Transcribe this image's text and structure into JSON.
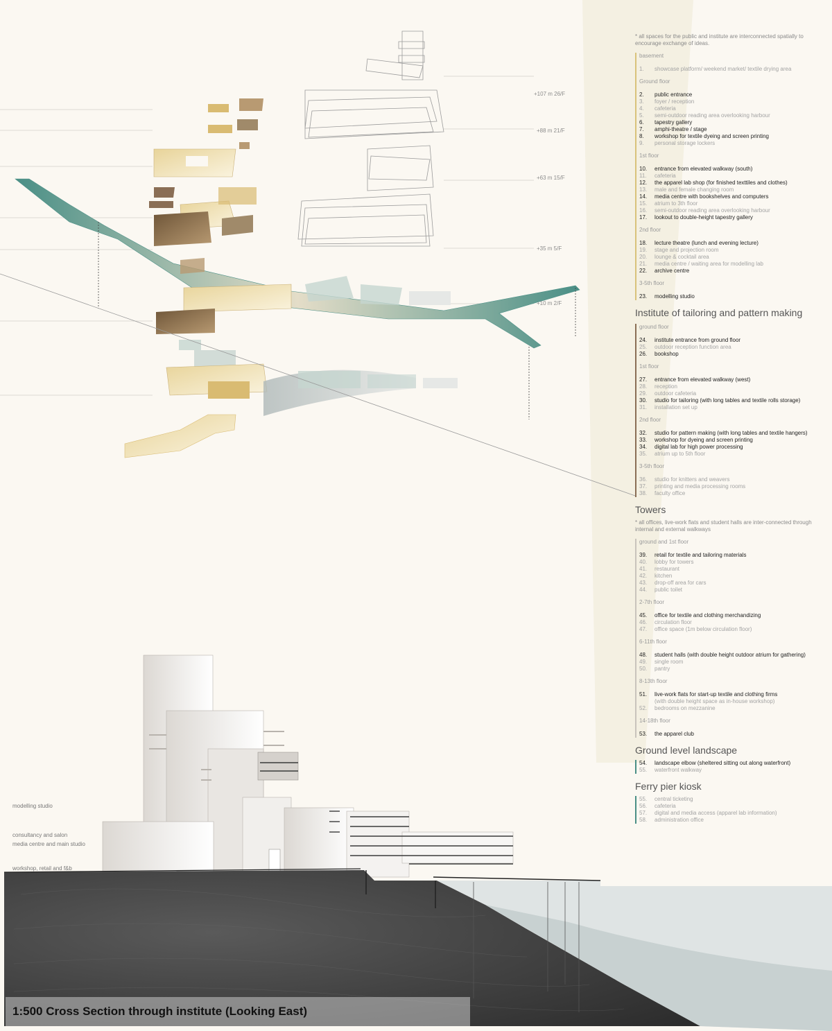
{
  "legend": {
    "public_note": "* all spaces for the public and institute are interconnected spatially to encourage exchange of ideas.",
    "groups_public": [
      {
        "floor": "basement",
        "items": [
          {
            "num": "1.",
            "text": "showcase platform/ weekend market/ textile drying area",
            "tone": "light"
          }
        ]
      },
      {
        "floor": "Ground floor",
        "items": [
          {
            "num": "2.",
            "text": "public entrance",
            "tone": "dark"
          },
          {
            "num": "3.",
            "text": "foyer / reception",
            "tone": "light"
          },
          {
            "num": "4.",
            "text": "cafeteria",
            "tone": "light"
          },
          {
            "num": "5.",
            "text": "semi-outdoor reading area overlooking harbour",
            "tone": "light"
          },
          {
            "num": "6.",
            "text": "tapestry gallery",
            "tone": "dark"
          },
          {
            "num": "7.",
            "text": "amphi-theatre / stage",
            "tone": "dark"
          },
          {
            "num": "8.",
            "text": "workshop for textile dyeing and screen printing",
            "tone": "dark"
          },
          {
            "num": "9.",
            "text": "personal storage lockers",
            "tone": "light"
          }
        ]
      },
      {
        "floor": "1st floor",
        "items": [
          {
            "num": "10.",
            "text": "entrance from elevated walkway (south)",
            "tone": "dark"
          },
          {
            "num": "11.",
            "text": "cafeteria",
            "tone": "light"
          },
          {
            "num": "12.",
            "text": "the apparel lab shop (for finished texttiles and clothes)",
            "tone": "dark"
          },
          {
            "num": "13.",
            "text": "male and female changing room",
            "tone": "light"
          },
          {
            "num": "14.",
            "text": "media centre with bookshelves and computers",
            "tone": "dark"
          },
          {
            "num": "15.",
            "text": "atrium to 3th floor",
            "tone": "light"
          },
          {
            "num": "16.",
            "text": "semi-outdoor reading area overlooking harbour",
            "tone": "light"
          },
          {
            "num": "17.",
            "text": "lookout to double-height tapestry gallery",
            "tone": "dark"
          }
        ]
      },
      {
        "floor": "2nd floor",
        "items": [
          {
            "num": "18.",
            "text": "lecture theatre (lunch and evening lecture)",
            "tone": "dark"
          },
          {
            "num": "19.",
            "text": "stage and projection room",
            "tone": "light"
          },
          {
            "num": "20.",
            "text": "lounge & cocktail area",
            "tone": "light"
          },
          {
            "num": "21.",
            "text": "media centre / waiting area for modelling lab",
            "tone": "light"
          },
          {
            "num": "22.",
            "text": "archive centre",
            "tone": "dark"
          }
        ]
      },
      {
        "floor": "3-5th floor",
        "items": [
          {
            "num": "23.",
            "text": "modelling studio",
            "tone": "dark"
          }
        ]
      }
    ],
    "institute_title": "Institute of tailoring and pattern making",
    "groups_institute": [
      {
        "floor": "ground floor",
        "items": [
          {
            "num": "24.",
            "text": "institute entrance from ground floor",
            "tone": "dark"
          },
          {
            "num": "25.",
            "text": "outdoor reception function area",
            "tone": "light"
          },
          {
            "num": "26.",
            "text": "bookshop",
            "tone": "dark"
          }
        ]
      },
      {
        "floor": "1st floor",
        "items": [
          {
            "num": "27.",
            "text": "entrance from elevated walkway (west)",
            "tone": "dark"
          },
          {
            "num": "28.",
            "text": "reception",
            "tone": "light"
          },
          {
            "num": "29.",
            "text": "outdoor cafeteria",
            "tone": "light"
          },
          {
            "num": "30.",
            "text": "studio for tailoring (with long tables and textile rolls storage)",
            "tone": "dark"
          },
          {
            "num": "31.",
            "text": "installation set up",
            "tone": "light"
          }
        ]
      },
      {
        "floor": "2nd floor",
        "items": [
          {
            "num": "32.",
            "text": "studio for pattern making (with long tables and textile hangers)",
            "tone": "dark"
          },
          {
            "num": "33.",
            "text": "workshop for dyeing and screen printing",
            "tone": "dark"
          },
          {
            "num": "34.",
            "text": "digital lab for high power processing",
            "tone": "dark"
          },
          {
            "num": "35.",
            "text": "atrium up to 5th floor",
            "tone": "light"
          }
        ]
      },
      {
        "floor": "3-5th floor",
        "items": [
          {
            "num": "36.",
            "text": "studio for knitters and weavers",
            "tone": "light"
          },
          {
            "num": "37.",
            "text": "printing and media processing rooms",
            "tone": "light"
          },
          {
            "num": "38.",
            "text": "faculty office",
            "tone": "light"
          }
        ]
      }
    ],
    "towers_title": "Towers",
    "towers_note": "* all offices, live-work flats and student halls are inter-connected through internal and external walkways",
    "groups_towers": [
      {
        "floor": "ground and 1st floor",
        "items": [
          {
            "num": "39.",
            "text": "retail for textile and tailoring materials",
            "tone": "dark"
          },
          {
            "num": "40.",
            "text": "lobby for towers",
            "tone": "light"
          },
          {
            "num": "41.",
            "text": "restaurant",
            "tone": "light"
          },
          {
            "num": "42.",
            "text": "kitchen",
            "tone": "light"
          },
          {
            "num": "43.",
            "text": "drop-off area for cars",
            "tone": "light"
          },
          {
            "num": "44.",
            "text": "public toilet",
            "tone": "light"
          }
        ]
      },
      {
        "floor": "2-7th floor",
        "items": [
          {
            "num": "45.",
            "text": "office for textile and clothing merchandizing",
            "tone": "dark"
          },
          {
            "num": "46.",
            "text": "circulation floor",
            "tone": "light"
          },
          {
            "num": "47.",
            "text": "office space (1m below circulation floor)",
            "tone": "light"
          }
        ]
      },
      {
        "floor": "6-11th floor",
        "items": [
          {
            "num": "48.",
            "text": "student halls (with double height outdoor atrium for gathering)",
            "tone": "dark"
          },
          {
            "num": "49.",
            "text": "single room",
            "tone": "light"
          },
          {
            "num": "50.",
            "text": "pantry",
            "tone": "light"
          }
        ]
      },
      {
        "floor": "8-13th floor",
        "items": [
          {
            "num": "51.",
            "text": "live-work flats for start-up textile and clothing firms",
            "tone": "dark"
          },
          {
            "num": "",
            "text": "(with double height space as in-house workshop)",
            "tone": "light"
          },
          {
            "num": "52.",
            "text": "bedrooms on mezzanine",
            "tone": "light"
          }
        ]
      },
      {
        "floor": "14-18th floor",
        "items": [
          {
            "num": "53.",
            "text": "the apparel club",
            "tone": "dark"
          }
        ]
      }
    ],
    "landscape_title": "Ground level landscape",
    "landscape_items": [
      {
        "num": "54.",
        "text": "landscape elbow (sheltered sitting out along waterfront)",
        "tone": "dark"
      },
      {
        "num": "55.",
        "text": "waterfront walkway",
        "tone": "light"
      }
    ],
    "ferry_title": "Ferry pier kiosk",
    "ferry_items": [
      {
        "num": "55.",
        "text": "central ticketing",
        "tone": "light"
      },
      {
        "num": "56.",
        "text": "cafeteria",
        "tone": "light"
      },
      {
        "num": "57.",
        "text": "digital and media access (apparel lab information)",
        "tone": "light"
      },
      {
        "num": "58.",
        "text": "administration office",
        "tone": "light"
      }
    ]
  },
  "levels": [
    "+107 m   26/F",
    "+88 m   21/F",
    "+63 m   15/F",
    "+35 m   5/F",
    "+10 m   2/F"
  ],
  "section_labels": [
    "modelling studio",
    "consultancy and salon",
    "media centre and main studio",
    "workshop, retail and f&b"
  ],
  "caption": "1:500    Cross Section through institute (Looking East)",
  "colors": {
    "teal": "#4a8f86",
    "gold": "#d9bb72",
    "brown": "#6e5538",
    "ground": "#3c3c3c"
  }
}
